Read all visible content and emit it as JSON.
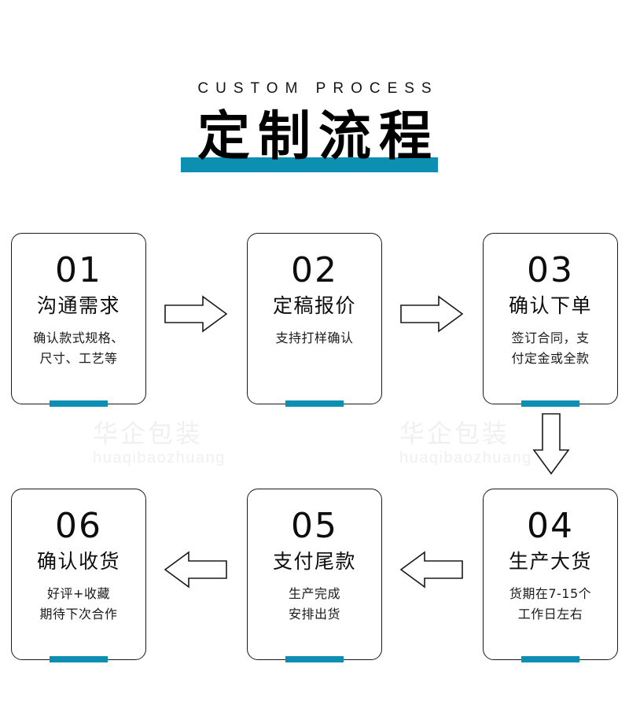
{
  "header": {
    "eyebrow": "CUSTOM PROCESS",
    "title": "定制流程",
    "accent_color": "#0d8fb2"
  },
  "watermark": {
    "cn": "华企包装",
    "en": "huaqibaozhuang",
    "color": "#f0f0f0"
  },
  "colors": {
    "accent": "#0d8fb2",
    "border": "#1a1a1a",
    "text": "#111111",
    "background": "#ffffff"
  },
  "steps": [
    {
      "number": "01",
      "title": "沟通需求",
      "desc_lines": [
        "确认款式规格、",
        "尺寸、工艺等"
      ]
    },
    {
      "number": "02",
      "title": "定稿报价",
      "desc_lines": [
        "支持打样确认"
      ]
    },
    {
      "number": "03",
      "title": "确认下单",
      "desc_lines": [
        "签订合同，支",
        "付定金或全款"
      ]
    },
    {
      "number": "04",
      "title": "生产大货",
      "desc_lines": [
        "货期在7-15个",
        "工作日左右"
      ]
    },
    {
      "number": "05",
      "title": "支付尾款",
      "desc_lines": [
        "生产完成",
        "安排出货"
      ]
    },
    {
      "number": "06",
      "title": "确认收货",
      "desc_lines": [
        "好评+收藏",
        "期待下次合作"
      ]
    }
  ],
  "arrows": [
    {
      "name": "arrow-right-01-to-02",
      "direction": "right"
    },
    {
      "name": "arrow-right-02-to-03",
      "direction": "right"
    },
    {
      "name": "arrow-down-03-to-04",
      "direction": "down"
    },
    {
      "name": "arrow-left-04-to-05",
      "direction": "left"
    },
    {
      "name": "arrow-left-05-to-06",
      "direction": "left"
    }
  ]
}
